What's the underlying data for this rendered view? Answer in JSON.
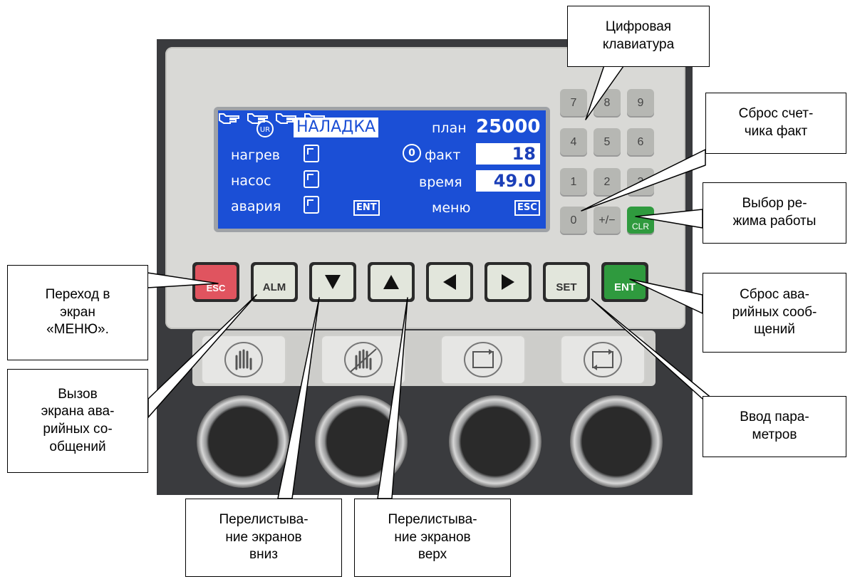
{
  "lcd": {
    "mode_title": "НАЛАДКА",
    "row1_label": "план",
    "row1_value": "25000",
    "row2_label_left": "нагрев",
    "row2_label_right": "факт",
    "row2_value": "18",
    "row3_label_left": "насос",
    "row3_label_right": "время",
    "row3_value": "49.0",
    "row4_label_left": "авария",
    "row4_label_right": "меню",
    "ent_tag": "ENT",
    "esc_tag": "ESC",
    "ur_tag": "UR",
    "zero_tag": "0"
  },
  "keypad": {
    "keys": [
      "7",
      "8",
      "9",
      "4",
      "5",
      "6",
      "1",
      "2",
      "3",
      "0",
      "+/−",
      "CLR"
    ]
  },
  "function_keys": {
    "esc": "ESC",
    "alm": "ALM",
    "set": "SET",
    "ent": "ENT"
  },
  "callouts": {
    "keypad": "Цифровая\nклавиатура",
    "reset_fact": "Сброс счет-\nчика факт",
    "mode_select": "Выбор ре-\nжима работы",
    "reset_alarms": "Сброс ава-\nрийных сооб-\nщений",
    "param_input": "Ввод пара-\nметров",
    "menu": "Переход в\nэкран\n«МЕНЮ».",
    "alarm_screen": "Вызов\nэкрана ава-\nрийных со-\nобщений",
    "page_down": "Перелистыва-\nние экранов\nвниз",
    "page_up": "Перелистыва-\nние экранов\nверх"
  },
  "colors": {
    "lcd_blue": "#1b4fd6",
    "esc_red": "#e0545f",
    "ent_green": "#2f9a3e"
  }
}
